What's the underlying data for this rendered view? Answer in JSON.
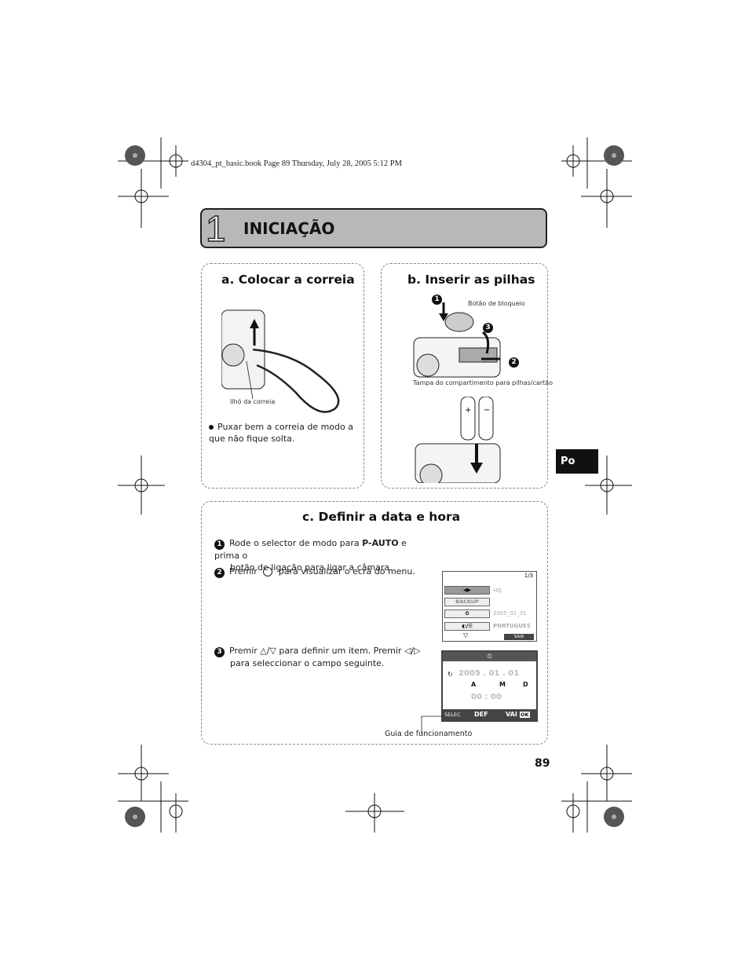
{
  "header": {
    "file_info": "d4304_pt_basic.book  Page 89  Thursday, July 28, 2005  5:12 PM"
  },
  "chapter": {
    "number": "1",
    "title": "INICIAÇÃO"
  },
  "language_tab": "Po",
  "page_number": "89",
  "section_a": {
    "title": "a. Colocar a correia",
    "callout": "Ilhó da correia",
    "bullet": "Puxar bem a correia de modo a que não fique solta."
  },
  "section_b": {
    "title": "b. Inserir as pilhas",
    "callout_lock": "Botão de bloqueio",
    "callout_cover": "Tampa do compartimento para pilhas/cartão",
    "step_numbers": [
      "1",
      "2",
      "3"
    ]
  },
  "section_c": {
    "title": "c. Definir a data e hora",
    "steps": [
      {
        "num": "1",
        "text_before": "Rode o selector de modo para",
        "mode": "P-AUTO",
        "text_after": "e prima o",
        "text_line2": "botão de ligação para ligar a câmara."
      },
      {
        "num": "2",
        "text_before": "Premir",
        "text_after": "para visualizar o ecrã do menu."
      },
      {
        "num": "3",
        "text_before": "Premir",
        "arrows_ud": "△/▽",
        "text_mid": "para definir um item. Premir",
        "arrows_lr": "◁/▷",
        "text_line2": "para seleccionar o campo seguinte."
      }
    ],
    "guide_label": "Guia de funcionamento",
    "menu_screen": {
      "page": "1/3",
      "rows": [
        {
          "label": "◀▶",
          "value": "HQ"
        },
        {
          "label": "BACKUP",
          "value": ""
        },
        {
          "label": "⏲",
          "value": "2005_01_01"
        },
        {
          "label": "◐/☰",
          "value": "PORTUGUES"
        }
      ],
      "exit": "SAIR"
    },
    "date_screen": {
      "date": "2005 . 01 . 01",
      "fields": [
        "A",
        "M",
        "D"
      ],
      "time": "00 : 00",
      "bottom": [
        "SELEC",
        "DEF",
        "VAI",
        "OK"
      ]
    }
  }
}
